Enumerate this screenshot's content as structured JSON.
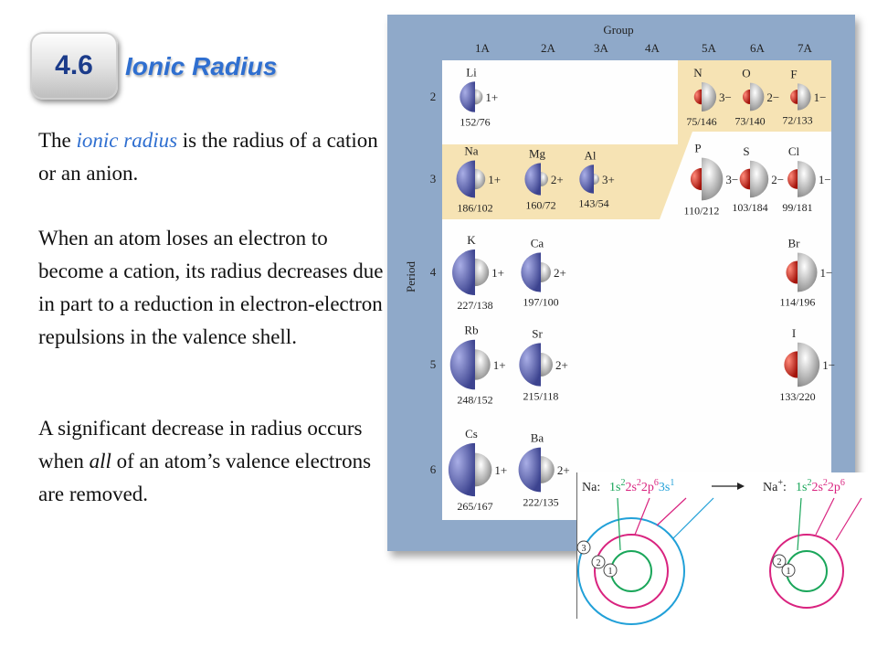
{
  "section": {
    "number": "4.6",
    "title": "Ionic Radius"
  },
  "text": {
    "p1_before": "The ",
    "p1_term": "ionic radius",
    "p1_after": " is the radius of a cation or an anion.",
    "p2": "When an atom loses an electron to become a cation, its radius decreases due in part to a reduction in electron-electron repulsions in the valence shell.",
    "p3_before": "A significant decrease in radius occurs when ",
    "p3_em": "all",
    "p3_after": " of an atom’s valence electrons are removed."
  },
  "figure": {
    "group_title": "Group",
    "period_title": "Period",
    "groups": [
      "1A",
      "2A",
      "3A",
      "4A",
      "5A",
      "6A",
      "7A"
    ],
    "periods": [
      "2",
      "3",
      "4",
      "5",
      "6"
    ],
    "elements": [
      {
        "symbol": "Li",
        "charge": "1+",
        "radii": "152/76",
        "kind": "cation"
      },
      {
        "symbol": "N",
        "charge": "3−",
        "radii": "75/146",
        "kind": "anion"
      },
      {
        "symbol": "O",
        "charge": "2−",
        "radii": "73/140",
        "kind": "anion"
      },
      {
        "symbol": "F",
        "charge": "1−",
        "radii": "72/133",
        "kind": "anion"
      },
      {
        "symbol": "Na",
        "charge": "1+",
        "radii": "186/102",
        "kind": "cation"
      },
      {
        "symbol": "Mg",
        "charge": "2+",
        "radii": "160/72",
        "kind": "cation"
      },
      {
        "symbol": "Al",
        "charge": "3+",
        "radii": "143/54",
        "kind": "cation"
      },
      {
        "symbol": "P",
        "charge": "3−",
        "radii": "110/212",
        "kind": "anion"
      },
      {
        "symbol": "S",
        "charge": "2−",
        "radii": "103/184",
        "kind": "anion"
      },
      {
        "symbol": "Cl",
        "charge": "1−",
        "radii": "99/181",
        "kind": "anion"
      },
      {
        "symbol": "K",
        "charge": "1+",
        "radii": "227/138",
        "kind": "cation"
      },
      {
        "symbol": "Ca",
        "charge": "2+",
        "radii": "197/100",
        "kind": "cation"
      },
      {
        "symbol": "Br",
        "charge": "1−",
        "radii": "114/196",
        "kind": "anion"
      },
      {
        "symbol": "Rb",
        "charge": "1+",
        "radii": "248/152",
        "kind": "cation"
      },
      {
        "symbol": "Sr",
        "charge": "2+",
        "radii": "215/118",
        "kind": "cation"
      },
      {
        "symbol": "I",
        "charge": "1−",
        "radii": "133/220",
        "kind": "anion"
      },
      {
        "symbol": "Cs",
        "charge": "1+",
        "radii": "265/167",
        "kind": "cation"
      },
      {
        "symbol": "Ba",
        "charge": "2+",
        "radii": "222/135",
        "kind": "cation"
      }
    ],
    "colors": {
      "cation": "#5b63b8",
      "anion": "#d42a1e",
      "neutral": "#c8c8c8",
      "highlight": "#f6e3b4",
      "panel": "#8fa9c9"
    }
  },
  "inset": {
    "na_label": "Na:",
    "na_config": [
      "1s",
      "2",
      "2s",
      "2",
      "2p",
      "6",
      "3s",
      "1"
    ],
    "na_ion_label": "Na",
    "na_ion_charge": "+",
    "na_ion_suffix": ":",
    "na_ion_config": [
      "1s",
      "2",
      "2s",
      "2",
      "2p",
      "6"
    ],
    "shells_left": [
      "3",
      "2",
      "1"
    ],
    "shells_right": [
      "2",
      "1"
    ],
    "shell_colors": [
      "#1aa65a",
      "#d9237f",
      "#21a0d8"
    ]
  }
}
